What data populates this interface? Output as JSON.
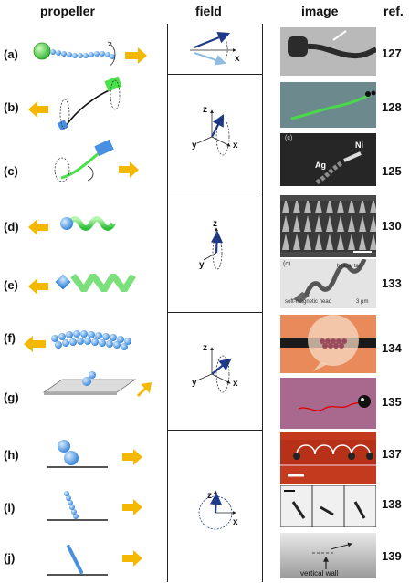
{
  "headers": {
    "propeller": "propeller",
    "field": "field",
    "image": "image",
    "ref": "ref."
  },
  "rows": [
    {
      "label": "(a)",
      "ref": "127"
    },
    {
      "label": "(b)",
      "ref": "128"
    },
    {
      "label": "(c)",
      "ref": "125"
    },
    {
      "label": "(d)",
      "ref": "130"
    },
    {
      "label": "(e)",
      "ref": "133"
    },
    {
      "label": "(f)",
      "ref": "134"
    },
    {
      "label": "(g)",
      "ref": "135"
    },
    {
      "label": "(h)",
      "ref": "137"
    },
    {
      "label": "(i)",
      "ref": "138"
    },
    {
      "label": "(j)",
      "ref": "139"
    }
  ],
  "axes": {
    "x": "x",
    "y": "y",
    "z": "z"
  },
  "image_text": {
    "c_ni": "Ni",
    "c_ag": "Ag",
    "c_tag": "(c)",
    "e_tag": "(c)",
    "e_tail": "helical tail",
    "e_head": "soft-magnetic head",
    "e_scale": "3 μm",
    "j_wall": "vertical wall"
  },
  "colors": {
    "arrow": "#f5b800",
    "field_vector": "#1f3a8a",
    "helix_green": "#4fd14f",
    "block_blue": "#4a90e2",
    "bead_blue": "#4a90e2"
  }
}
